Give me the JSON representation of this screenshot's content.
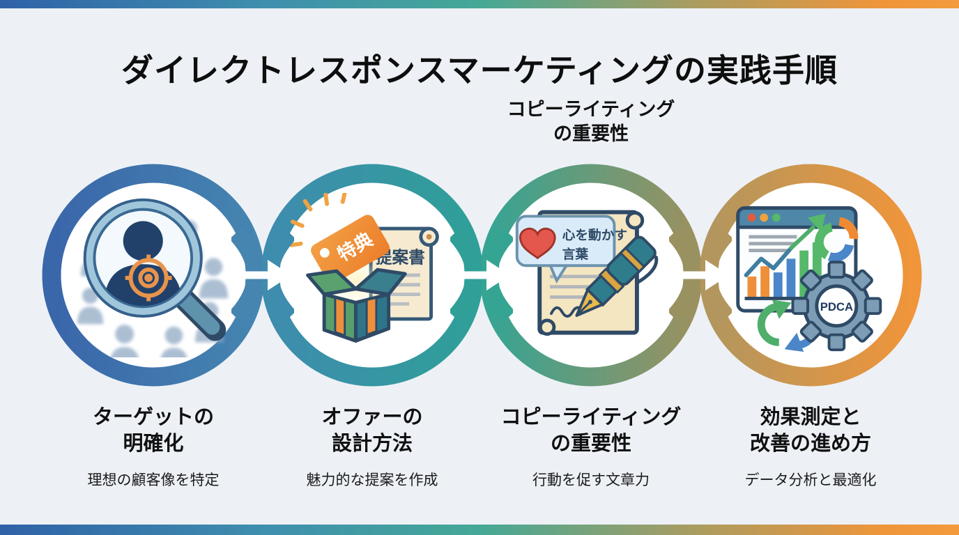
{
  "title": "ダイレクトレスポンスマーケティングの実践手順",
  "callout": {
    "line1": "コピーライティング",
    "line2": "の重要性"
  },
  "steps": [
    {
      "icon_name": "target-audience-magnifier",
      "title_line1": "ターゲットの",
      "title_line2": "明確化",
      "subtitle": "理想の顧客像を特定"
    },
    {
      "icon_name": "gift-box-offer",
      "tag_label": "特典",
      "doc_label": "提案書",
      "title_line1": "オファーの",
      "title_line2": "設計方法",
      "subtitle": "魅力的な提案を作成"
    },
    {
      "icon_name": "pen-scroll-copywriting",
      "bubble_line1": "心を動かす",
      "bubble_line2": "言葉",
      "title_line1": "コピーライティング",
      "title_line2": "の重要性",
      "subtitle": "行動を促す文章力"
    },
    {
      "icon_name": "analytics-pdca-cycle",
      "gear_label": "PDCA",
      "title_line1": "効果測定と",
      "title_line2": "改善の進め方",
      "subtitle": "データ分析と最適化"
    }
  ],
  "colors": {
    "background": "#edf1f6",
    "bar_gradient": [
      "#2f62a7",
      "#3f8fae",
      "#45a896",
      "#a89c62",
      "#f29b3d"
    ],
    "ring1": [
      "#3a66aa",
      "#4585b0"
    ],
    "ring2": [
      "#3e8cae",
      "#2f9f98"
    ],
    "ring3": [
      "#36a493",
      "#9a9160"
    ],
    "ring4": [
      "#b2965e",
      "#f0953a"
    ],
    "accent_orange": "#ef8f3a",
    "accent_green": "#55b86a",
    "accent_blue": "#4a86c8",
    "navy_outline": "#2e4a66"
  }
}
